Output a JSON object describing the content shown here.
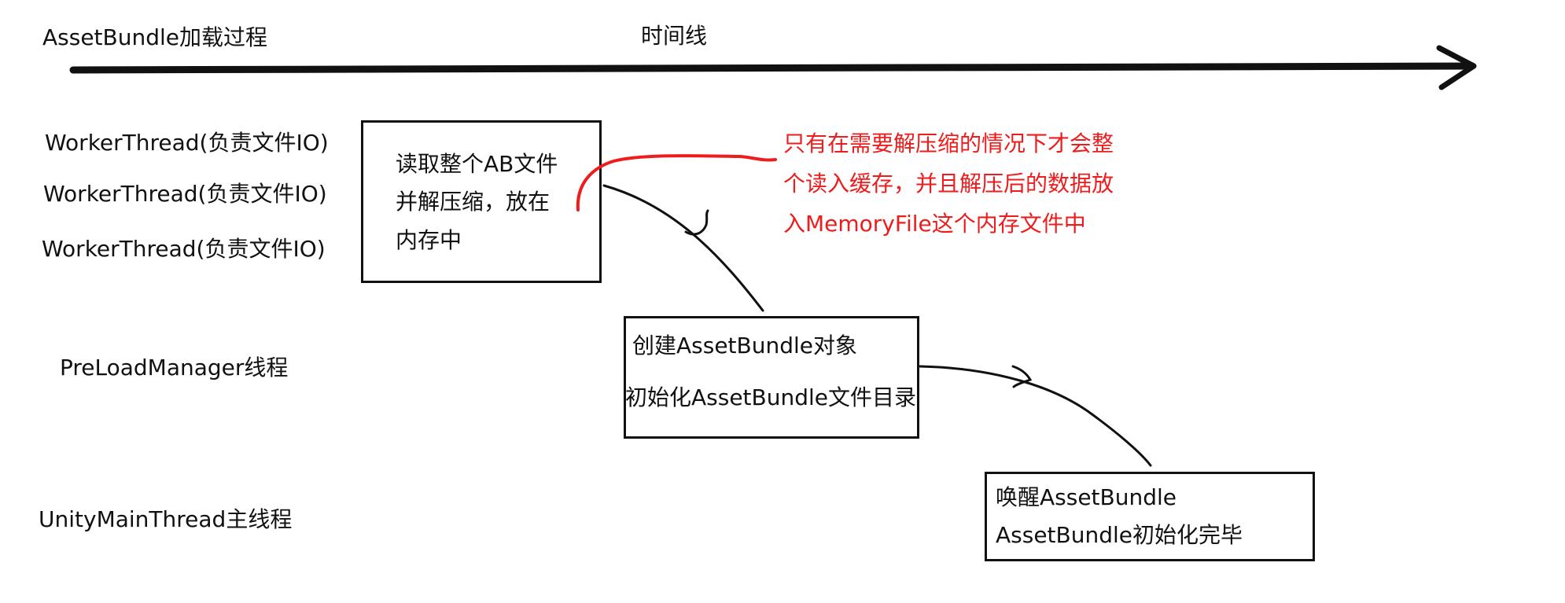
{
  "diagram": {
    "title": "AssetBundle加载过程",
    "timeline_label": "时间线",
    "lanes": {
      "worker_threads": [
        "WorkerThread(负责文件IO)",
        "WorkerThread(负责文件IO)",
        "WorkerThread(负责文件IO)"
      ],
      "preload_manager": "PreLoadManager线程",
      "main_thread": "UnityMainThread主线程"
    },
    "boxes": {
      "read_file": {
        "lines": [
          "读取整个AB文件",
          "并解压缩，放在",
          "内存中"
        ]
      },
      "create_bundle": {
        "lines": [
          "创建AssetBundle对象",
          "初始化AssetBundle文件目录"
        ]
      },
      "wake_bundle": {
        "lines": [
          "唤醒AssetBundle",
          "AssetBundle初始化完毕"
        ]
      }
    },
    "note": {
      "lines": [
        "只有在需要解压缩的情况下才会整",
        "个读入缓存，并且解压后的数据放",
        "入MemoryFile这个内存文件中"
      ]
    }
  },
  "colors": {
    "ink": "#111111",
    "annotation": "#ee1c1c"
  }
}
